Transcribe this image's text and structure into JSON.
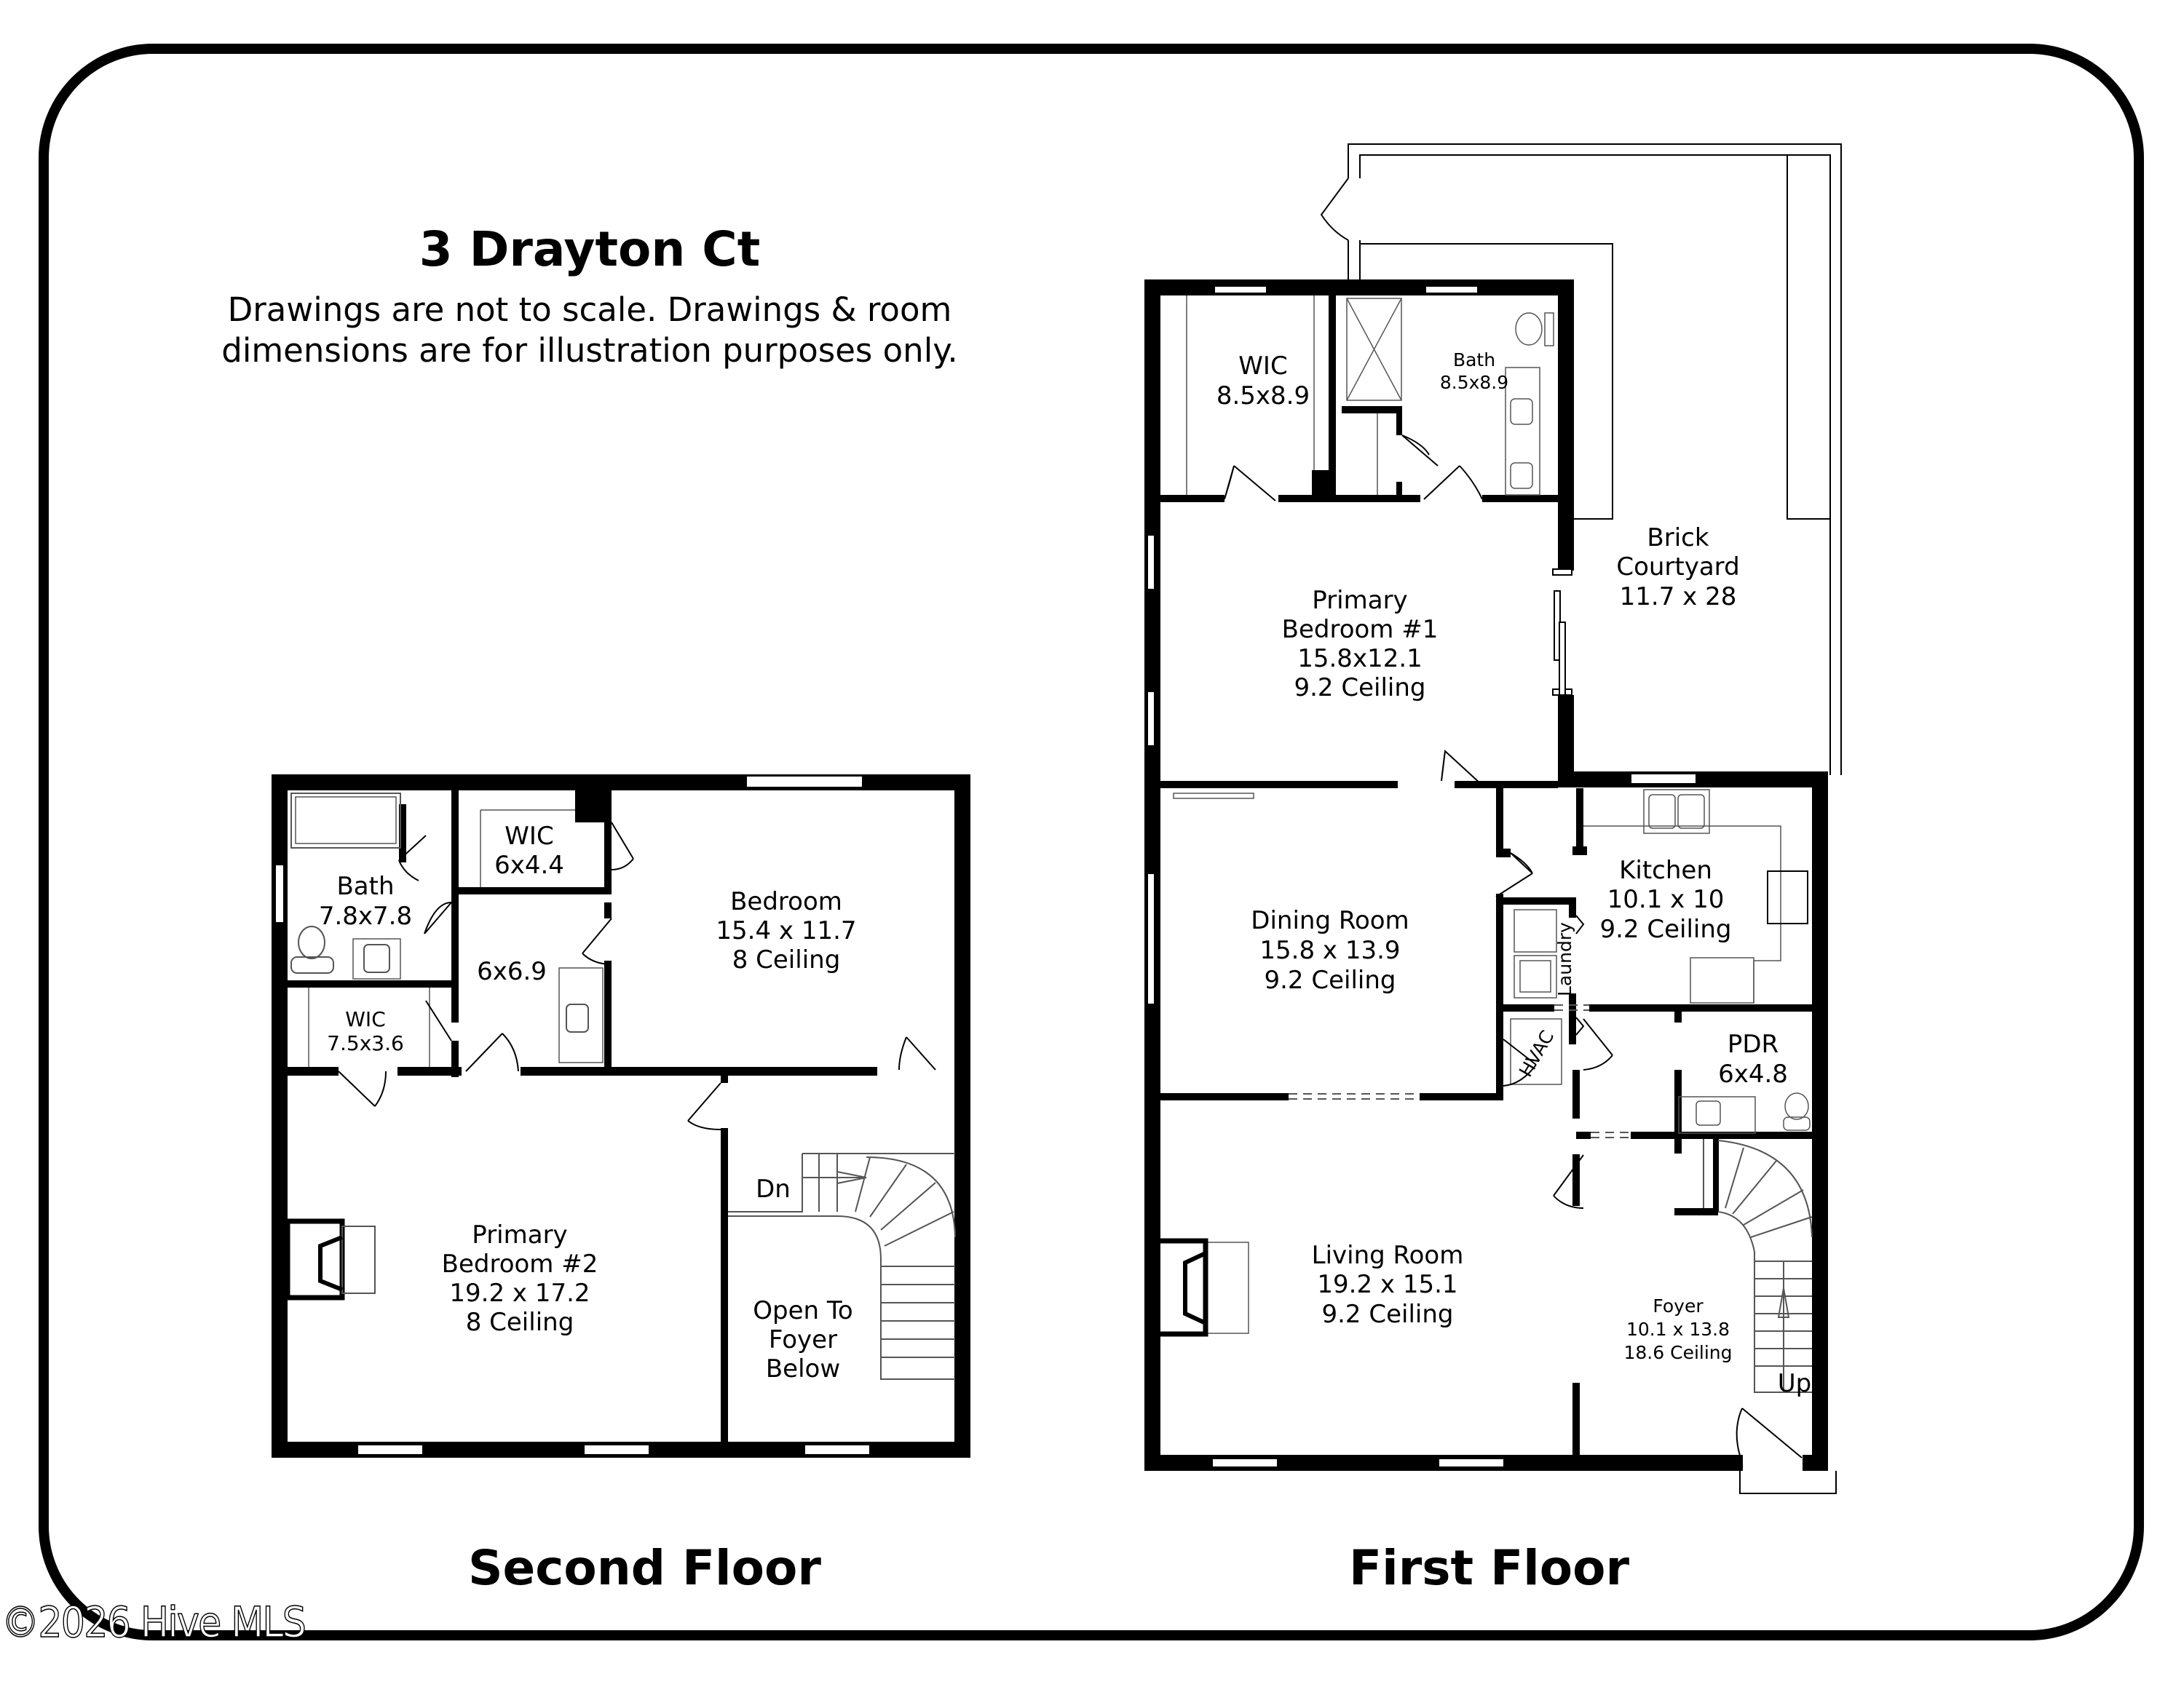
{
  "header": {
    "title": "3 Drayton Ct",
    "disclaimer_line1": "Drawings are not to scale. Drawings & room",
    "disclaimer_line2": "dimensions are for illustration purposes only."
  },
  "second_floor": {
    "label": "Second Floor",
    "rooms": {
      "bath": {
        "name": "Bath",
        "dims": "7.8x7.8"
      },
      "wic_small": {
        "name": "WIC",
        "dims": "6x4.4"
      },
      "hall": {
        "dims": "6x6.9"
      },
      "bedroom": {
        "name": "Bedroom",
        "dims": "15.4 x 11.7",
        "ceiling": "8 Ceiling"
      },
      "wic_lower": {
        "name": "WIC",
        "dims": "7.5x3.6"
      },
      "primary_bedroom_2": {
        "line1": "Primary",
        "line2": "Bedroom #2",
        "dims": "19.2 x 17.2",
        "ceiling": "8 Ceiling"
      },
      "open_to_foyer": {
        "line1": "Open To",
        "line2": "Foyer",
        "line3": "Below"
      }
    },
    "stair_label": "Dn"
  },
  "first_floor": {
    "label": "First Floor",
    "rooms": {
      "wic": {
        "name": "WIC",
        "dims": "8.5x8.9"
      },
      "bath": {
        "name": "Bath",
        "dims": "8.5x8.9"
      },
      "courtyard": {
        "line1": "Brick",
        "line2": "Courtyard",
        "dims": "11.7 x 28"
      },
      "primary_bedroom_1": {
        "line1": "Primary",
        "line2": "Bedroom #1",
        "dims": "15.8x12.1",
        "ceiling": "9.2 Ceiling"
      },
      "dining": {
        "name": "Dining Room",
        "dims": "15.8 x 13.9",
        "ceiling": "9.2 Ceiling"
      },
      "kitchen": {
        "name": "Kitchen",
        "dims": "10.1 x 10",
        "ceiling": "9.2 Ceiling"
      },
      "laundry": {
        "name": "Laundry"
      },
      "hvac": {
        "name": "HVAC"
      },
      "pdr": {
        "name": "PDR",
        "dims": "6x4.8"
      },
      "living": {
        "name": "Living Room",
        "dims": "19.2 x 15.1",
        "ceiling": "9.2 Ceiling"
      },
      "foyer": {
        "name": "Foyer",
        "dims": "10.1 x 13.8",
        "ceiling": "18.6 Ceiling"
      }
    },
    "stair_label": "Up"
  },
  "watermark": "©2026 Hive MLS",
  "colors": {
    "wall": "#000000",
    "background": "#ffffff",
    "fixture_line": "#555555"
  }
}
